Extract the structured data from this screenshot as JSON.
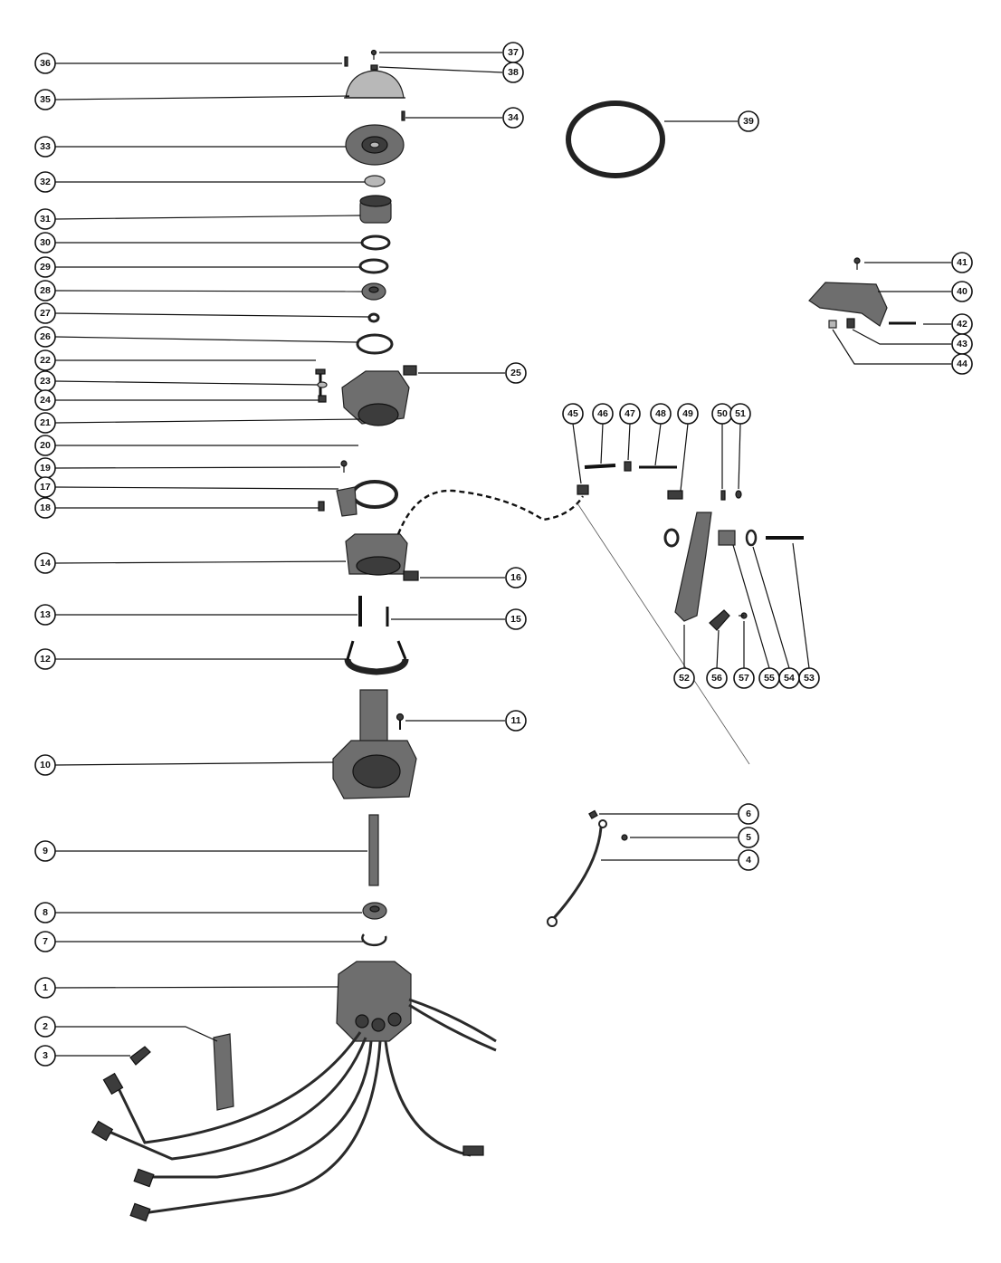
{
  "diagram": {
    "callouts": [
      {
        "id": "c36",
        "label": "36"
      },
      {
        "id": "c37",
        "label": "37"
      },
      {
        "id": "c38",
        "label": "38"
      },
      {
        "id": "c35",
        "label": "35"
      },
      {
        "id": "c34",
        "label": "34"
      },
      {
        "id": "c39",
        "label": "39"
      },
      {
        "id": "c33",
        "label": "33"
      },
      {
        "id": "c32",
        "label": "32"
      },
      {
        "id": "c31",
        "label": "31"
      },
      {
        "id": "c30",
        "label": "30"
      },
      {
        "id": "c29",
        "label": "29"
      },
      {
        "id": "c28",
        "label": "28"
      },
      {
        "id": "c27",
        "label": "27"
      },
      {
        "id": "c26",
        "label": "26"
      },
      {
        "id": "c22",
        "label": "22"
      },
      {
        "id": "c23",
        "label": "23"
      },
      {
        "id": "c24",
        "label": "24"
      },
      {
        "id": "c25",
        "label": "25"
      },
      {
        "id": "c21",
        "label": "21"
      },
      {
        "id": "c20",
        "label": "20"
      },
      {
        "id": "c19",
        "label": "19"
      },
      {
        "id": "c17",
        "label": "17"
      },
      {
        "id": "c18",
        "label": "18"
      },
      {
        "id": "c14",
        "label": "14"
      },
      {
        "id": "c16",
        "label": "16"
      },
      {
        "id": "c13",
        "label": "13"
      },
      {
        "id": "c15",
        "label": "15"
      },
      {
        "id": "c12",
        "label": "12"
      },
      {
        "id": "c11",
        "label": "11"
      },
      {
        "id": "c10",
        "label": "10"
      },
      {
        "id": "c9",
        "label": "9"
      },
      {
        "id": "c8",
        "label": "8"
      },
      {
        "id": "c7",
        "label": "7"
      },
      {
        "id": "c1",
        "label": "1"
      },
      {
        "id": "c2",
        "label": "2"
      },
      {
        "id": "c3",
        "label": "3"
      },
      {
        "id": "c41",
        "label": "41"
      },
      {
        "id": "c40",
        "label": "40"
      },
      {
        "id": "c42",
        "label": "42"
      },
      {
        "id": "c43",
        "label": "43"
      },
      {
        "id": "c44",
        "label": "44"
      },
      {
        "id": "c45",
        "label": "45"
      },
      {
        "id": "c46",
        "label": "46"
      },
      {
        "id": "c47",
        "label": "47"
      },
      {
        "id": "c48",
        "label": "48"
      },
      {
        "id": "c49",
        "label": "49"
      },
      {
        "id": "c50",
        "label": "50"
      },
      {
        "id": "c51",
        "label": "51"
      },
      {
        "id": "c52",
        "label": "52"
      },
      {
        "id": "c56",
        "label": "56"
      },
      {
        "id": "c57",
        "label": "57"
      },
      {
        "id": "c55",
        "label": "55"
      },
      {
        "id": "c54",
        "label": "54"
      },
      {
        "id": "c53",
        "label": "53"
      },
      {
        "id": "c6",
        "label": "6"
      },
      {
        "id": "c5",
        "label": "5"
      },
      {
        "id": "c4",
        "label": "4"
      }
    ]
  }
}
